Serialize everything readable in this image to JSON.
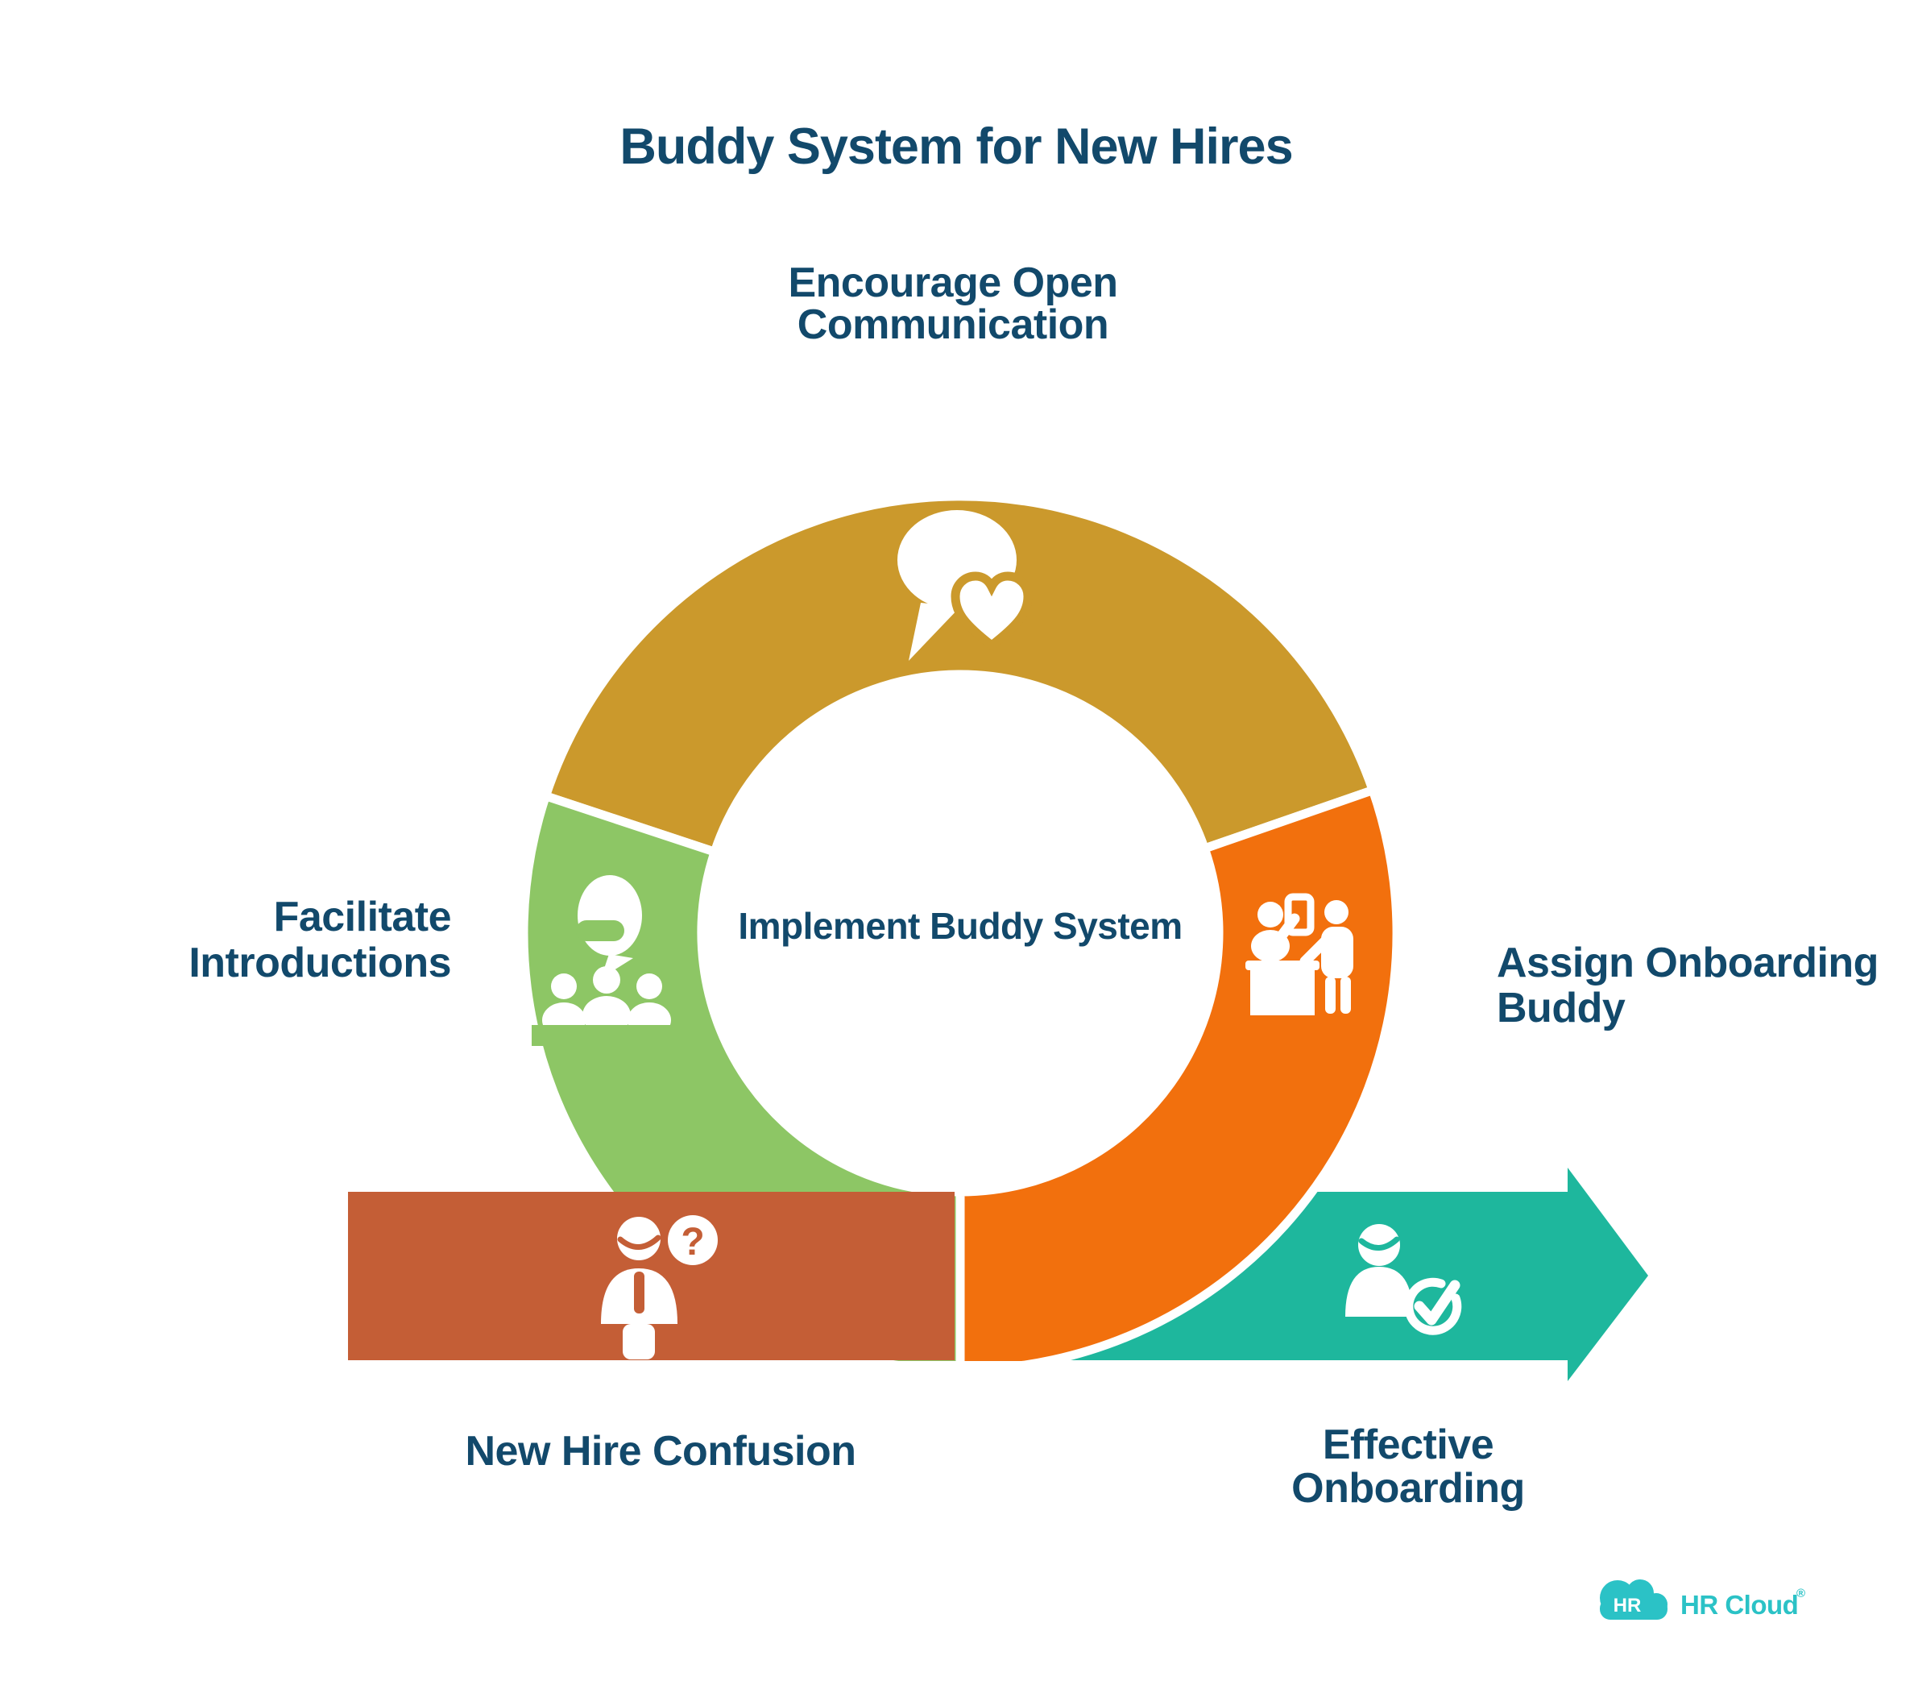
{
  "title": "Buddy System for New Hires",
  "text_color": "#12496B",
  "background_color": "#FFFFFF",
  "donut": {
    "center_label": "Implement Buddy System",
    "segments": [
      {
        "id": "encourage-open-communication",
        "label_line1": "Encourage Open",
        "label_line2": "Communication",
        "color": "#CB992C",
        "icon": "chat-heart-icon"
      },
      {
        "id": "facilitate-introductions",
        "label_line1": "Facilitate",
        "label_line2": "Introductions",
        "color": "#8DC665",
        "icon": "presenter-audience-icon"
      },
      {
        "id": "assign-onboarding-buddy",
        "label_line1": "Assign Onboarding",
        "label_line2": "Buddy",
        "color": "#F2700D",
        "icon": "reception-desk-icon"
      }
    ]
  },
  "problem_band": {
    "id": "new-hire-confusion",
    "label": "New Hire Confusion",
    "color": "#C45E36",
    "icon": "confused-person-icon",
    "question_glyph": "?"
  },
  "outcome_arrow": {
    "id": "effective-onboarding",
    "label_line1": "Effective",
    "label_line2": "Onboarding",
    "color": "#1EB79D",
    "icon": "person-checkmark-icon"
  },
  "brand": {
    "badge_label": "HR",
    "name": "HR Cloud",
    "registered_mark": "®",
    "color": "#2BC2C6",
    "badge_text_color": "#FFFFFF"
  }
}
